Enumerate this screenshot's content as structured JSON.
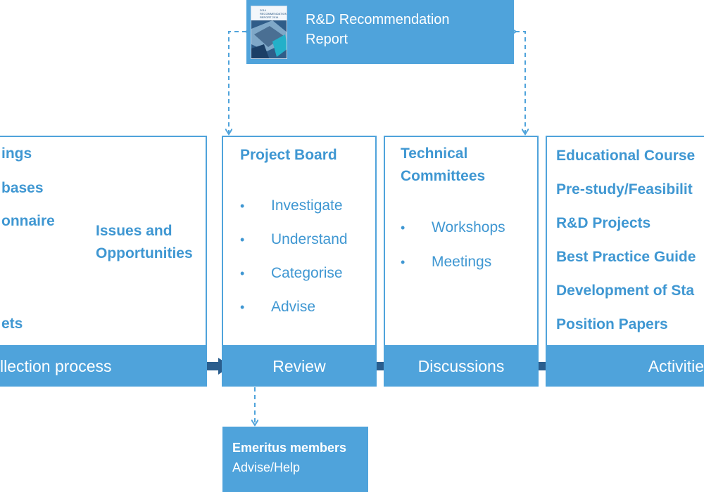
{
  "report": {
    "title_line1": "R&D Recommendation",
    "title_line2": "Report",
    "thumb_title": "2014 RECOMMENDATION REPORT 2014"
  },
  "collection": {
    "items": [
      "ings",
      "bases",
      "onnaire",
      "ets"
    ],
    "issues_line1": "Issues and",
    "issues_line2": "Opportunities",
    "footer": "llection process"
  },
  "review": {
    "heading": "Project Board",
    "items": [
      "Investigate",
      "Understand",
      "Categorise",
      "Advise"
    ],
    "footer": "Review"
  },
  "discussions": {
    "heading_line1": "Technical",
    "heading_line2": "Committees",
    "items": [
      "Workshops",
      "Meetings"
    ],
    "footer": "Discussions"
  },
  "activities": {
    "items": [
      "Educational Course",
      "Pre-study/Feasibilit",
      "R&D Projects",
      "Best Practice  Guide",
      "Development of Sta",
      "Position Papers"
    ],
    "footer": "Activitie"
  },
  "emeritus": {
    "title": "Emeritus members",
    "subtitle": "Advise/Help"
  },
  "colors": {
    "accent": "#4fa3db",
    "text": "#3f97d2",
    "arrow": "#2a5e8e"
  }
}
